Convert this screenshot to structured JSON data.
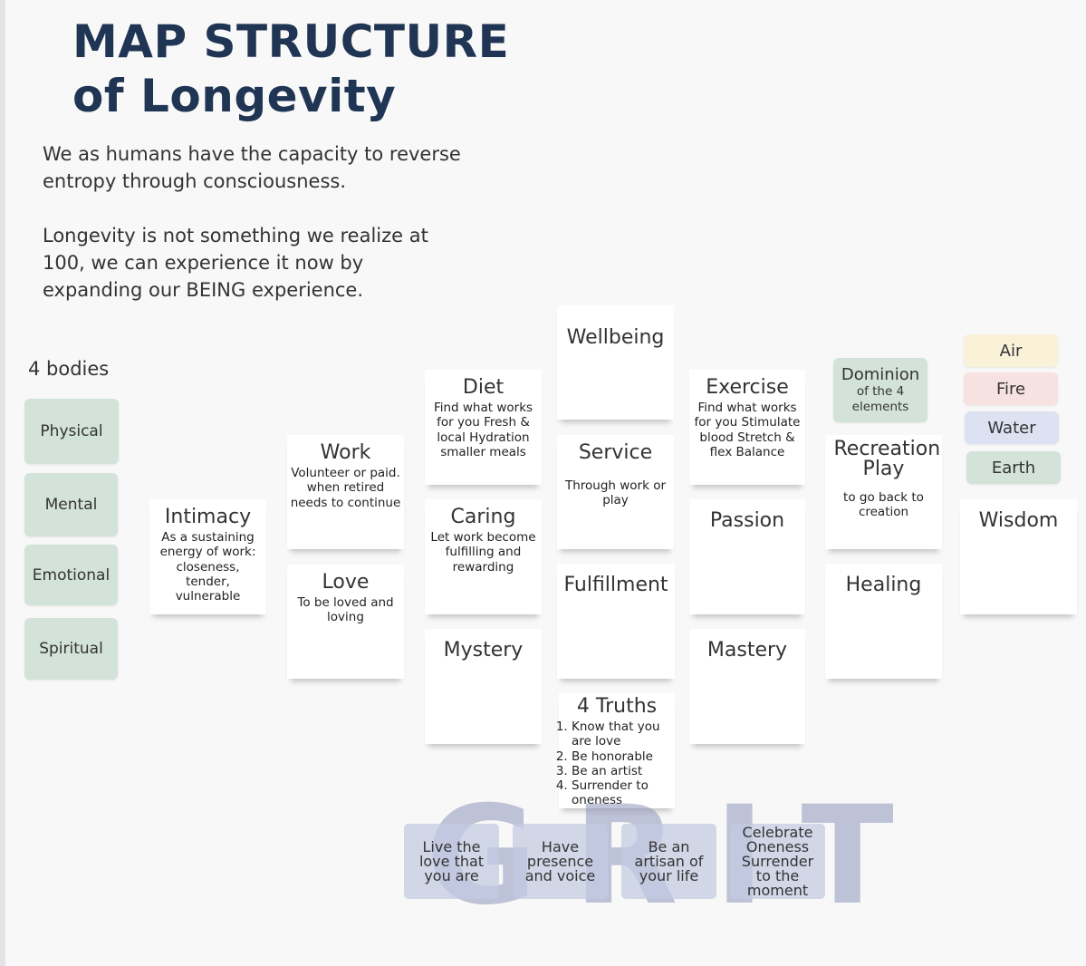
{
  "title": {
    "line1": "MAP STRUCTURE",
    "line2": "of Longevity"
  },
  "intro": {
    "p1": "We as humans have the capacity to reverse entropy through consciousness.",
    "p2": "Longevity is not something we realize at 100, we can experience it now by expanding our BEING experience."
  },
  "bodies": {
    "heading": "4 bodies",
    "items": [
      "Physical",
      "Mental",
      "Emotional",
      "Spiritual"
    ]
  },
  "cards": {
    "intimacy": {
      "title": "Intimacy",
      "sub": "As a sustaining energy of work: closeness, tender, vulnerable"
    },
    "work": {
      "title": "Work",
      "sub": "Volunteer or paid. when retired needs to continue"
    },
    "love": {
      "title": "Love",
      "sub": "To be loved and loving"
    },
    "diet": {
      "title": "Diet",
      "sub": "Find what works for you Fresh & local Hydration smaller  meals"
    },
    "caring": {
      "title": "Caring",
      "sub": "Let work become fulfilling and rewarding"
    },
    "mystery": {
      "title": "Mystery"
    },
    "wellbeing": {
      "title": "Wellbeing"
    },
    "service": {
      "title": "Service",
      "sub": "Through work or play"
    },
    "fulfillment": {
      "title": "Fulfillment"
    },
    "truths": {
      "title": "4 Truths",
      "items": [
        "Know that you are love",
        "Be honorable",
        "Be an artist",
        "Surrender to oneness"
      ]
    },
    "exercise": {
      "title": "Exercise",
      "sub": "Find what works for you Stimulate blood Stretch & flex Balance"
    },
    "passion": {
      "title": "Passion"
    },
    "mastery": {
      "title": "Mastery"
    },
    "dominion": {
      "title": "Dominion",
      "sub": "of the 4 elements"
    },
    "recreation": {
      "title": "Recreation Play",
      "sub": "to go back to creation"
    },
    "healing": {
      "title": "Healing"
    },
    "wisdom": {
      "title": "Wisdom"
    }
  },
  "elements": {
    "items": [
      {
        "label": "Air",
        "color": "#f9f1d8"
      },
      {
        "label": "Fire",
        "color": "#f6e2e0"
      },
      {
        "label": "Water",
        "color": "#dde2f3"
      },
      {
        "label": "Earth",
        "color": "#d3e3d9"
      }
    ]
  },
  "watermark": "GRIT",
  "grit": [
    "Live the love that you are",
    "Have presence and voice",
    "Be an artisan of your life",
    "Celebrate Oneness Surrender to the moment"
  ],
  "colors": {
    "title": "#1f3553",
    "sage": "#d3e3d9",
    "lavender": "#c4cae2"
  }
}
